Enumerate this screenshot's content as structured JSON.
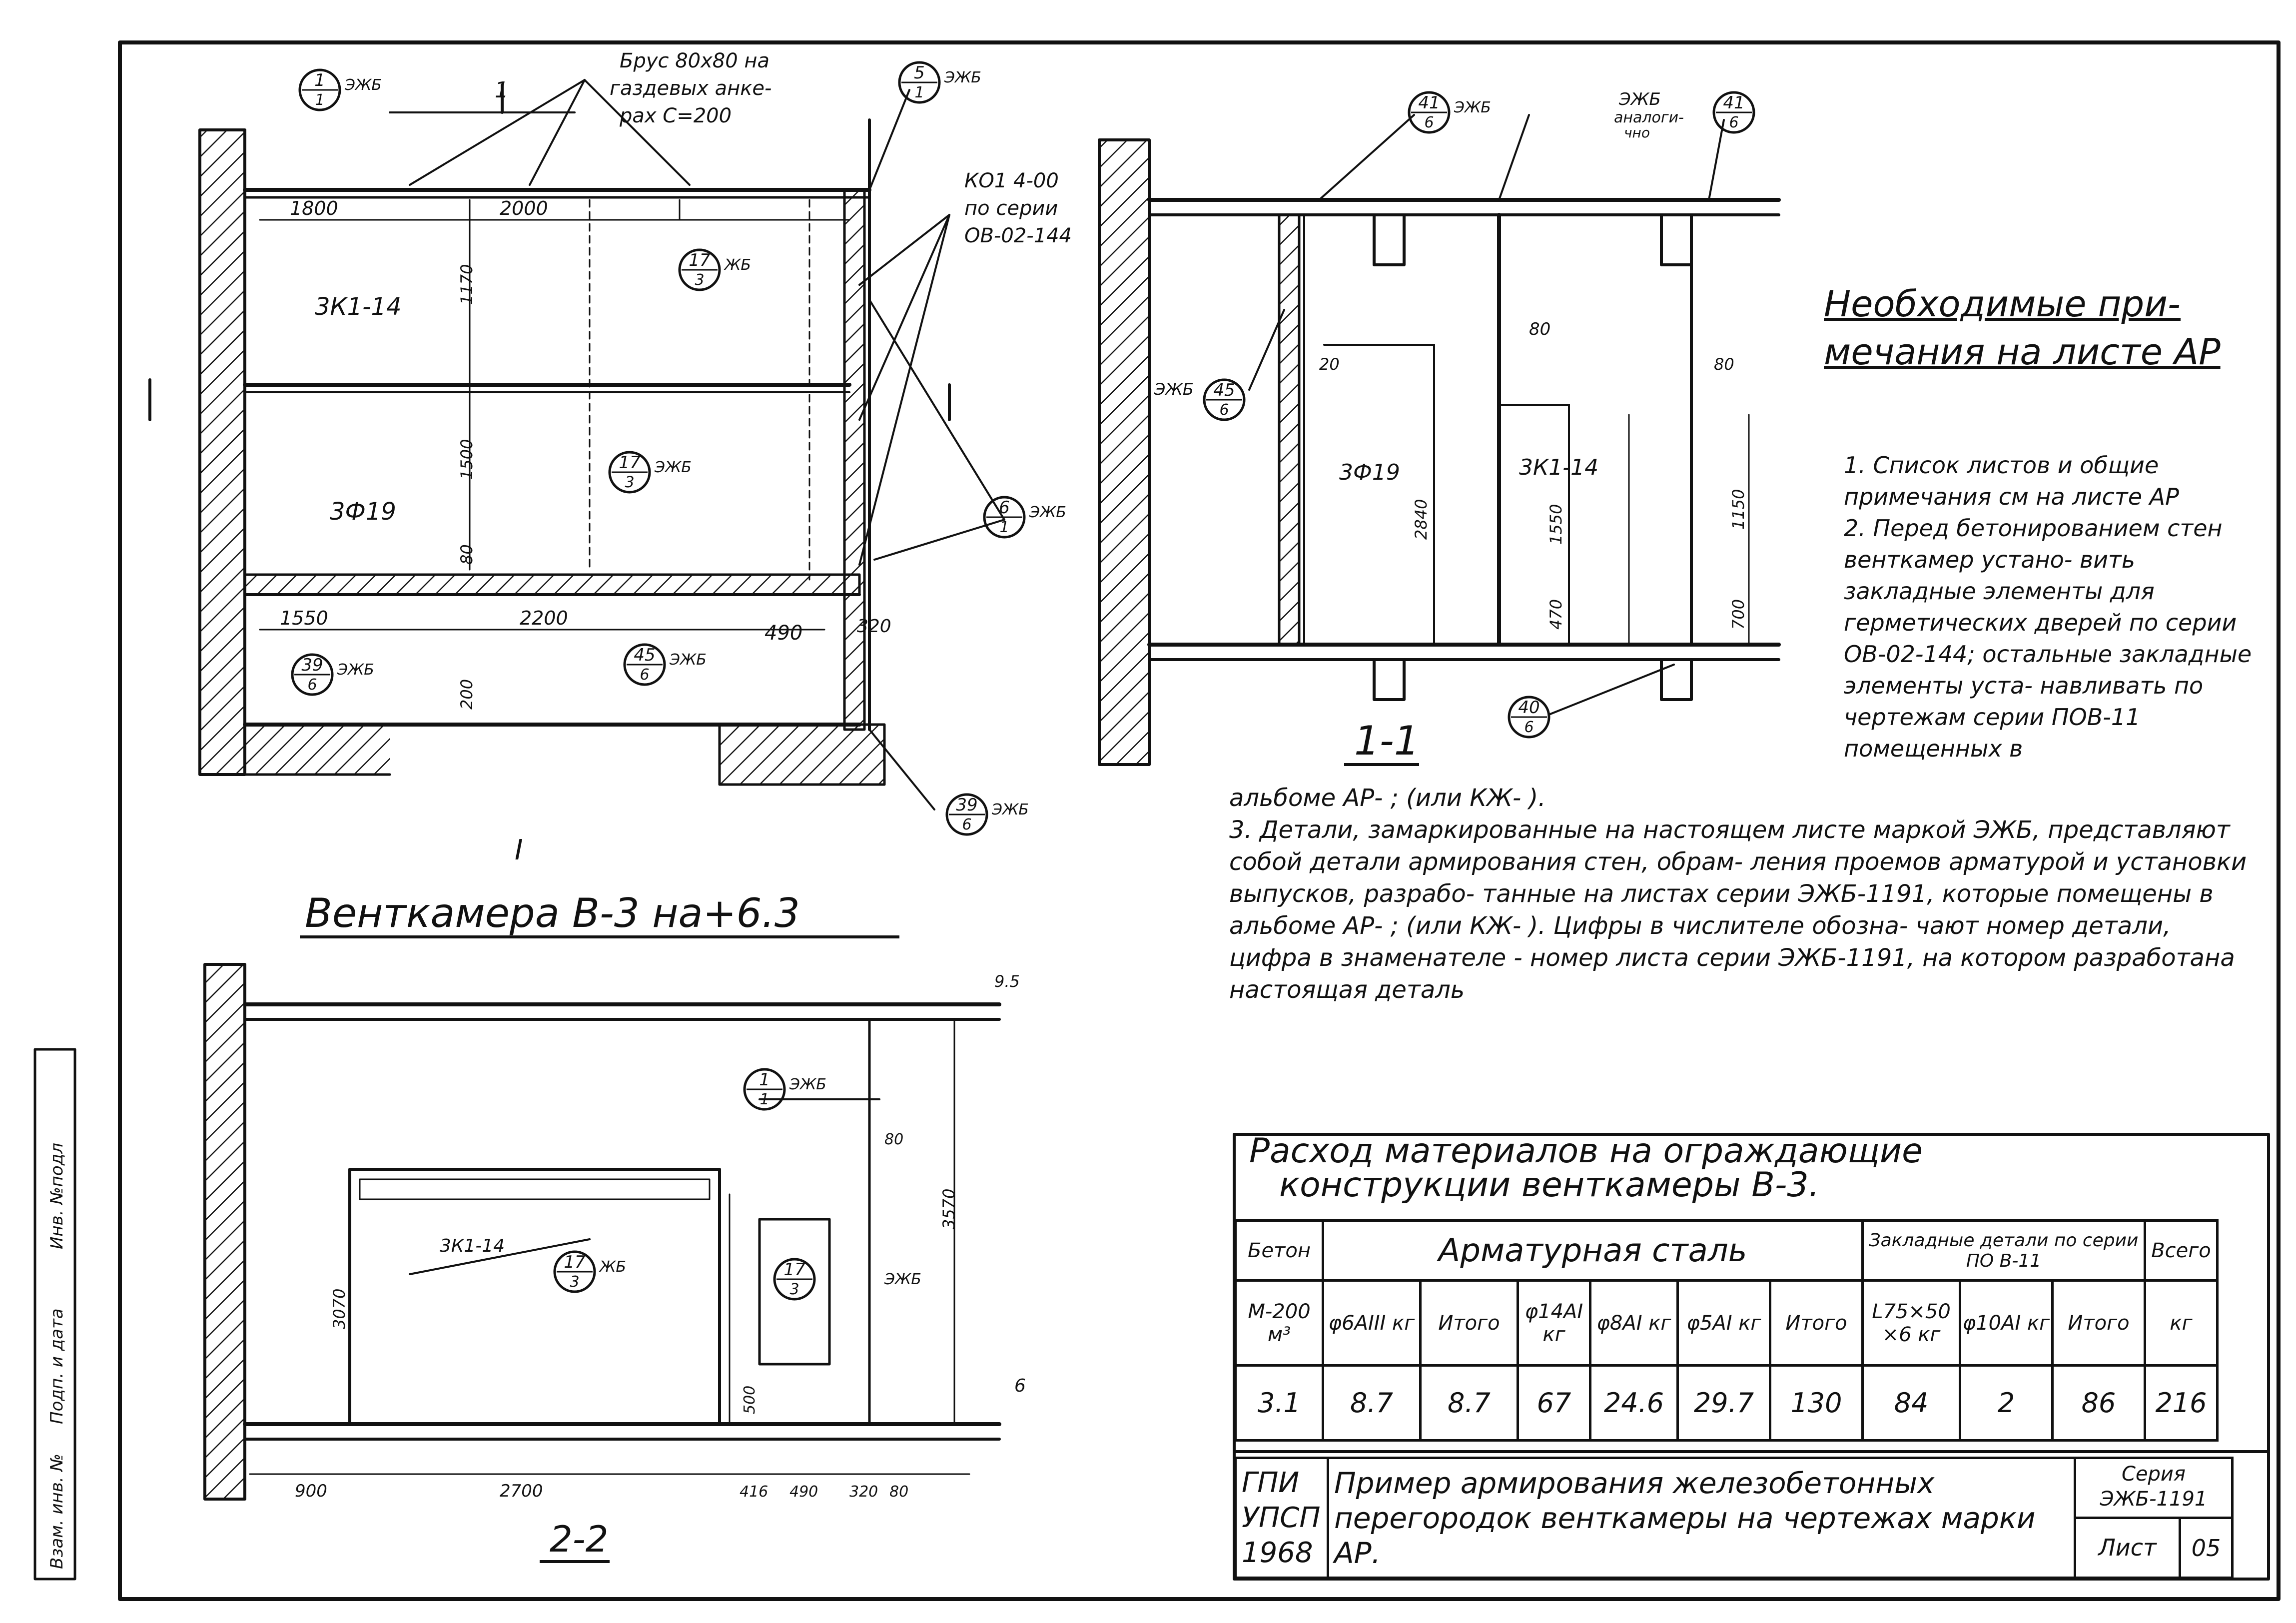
{
  "sheet": {
    "plan_title": "Венткамера В-3 на+6.3",
    "plan_caption": "I",
    "section_1_caption": "1-1",
    "section_2_caption": "2-2"
  },
  "plan_labels": {
    "brus": [
      "Брус 80х80 на",
      "газдевых анке-",
      "рах С=200"
    ],
    "ko": [
      "КО1 4-00",
      "по серии",
      "ОВ-02-144"
    ],
    "callouts": [
      {
        "top": "1",
        "bot": "1",
        "suffix": "ЭЖБ"
      },
      {
        "top": "5",
        "bot": "1",
        "suffix": "ЭЖБ"
      },
      {
        "top": "17",
        "bot": "3",
        "suffix": "ЖБ"
      },
      {
        "top": "17",
        "bot": "3",
        "suffix": "ЭЖБ"
      },
      {
        "top": "45",
        "bot": "6",
        "suffix": "ЭЖБ"
      },
      {
        "top": "39",
        "bot": "6",
        "suffix": "ЭЖБ"
      },
      {
        "top": "6",
        "bot": "1",
        "suffix": "ЭЖБ"
      },
      {
        "top": "39",
        "bot": "6",
        "suffix": "ЭЖБ"
      }
    ],
    "dims": [
      "1800",
      "2000",
      "1550",
      "2200",
      "490",
      "1500",
      "80",
      "1170",
      "200",
      "320",
      "3К1-14",
      "3Ф19",
      "1"
    ]
  },
  "section1_labels": {
    "callouts": [
      {
        "top": "41",
        "bot": "6",
        "suffix": "ЭЖБ"
      },
      {
        "top": "41",
        "bot": "6",
        "suffix": "ЭЖБ"
      },
      {
        "top": "45",
        "bot": "6",
        "suffix": ""
      },
      {
        "top": "40",
        "bot": "6",
        "suffix": ""
      }
    ],
    "analog": [
      "ЭЖБ",
      "аналоги-",
      "чно"
    ],
    "dims": [
      "80",
      "20",
      "3Ф19",
      "3К1-14",
      "2840",
      "1550",
      "1150",
      "80",
      "470",
      "700",
      "ЭЖБ"
    ]
  },
  "section2_labels": {
    "callouts": [
      {
        "top": "1",
        "bot": "1",
        "suffix": "ЭЖБ"
      },
      {
        "top": "17",
        "bot": "3",
        "suffix": "ЖБ"
      },
      {
        "top": "17",
        "bot": "3",
        "suffix": ""
      }
    ],
    "dims": [
      "900",
      "2700",
      "416",
      "490",
      "320",
      "80",
      "3070",
      "3570",
      "500",
      "80",
      "3К1-14",
      "ЭЖБ",
      "9.5",
      "6"
    ]
  },
  "notes": {
    "title": [
      "Необходимые при-",
      "мечания на листе АР"
    ],
    "items": [
      "1. Список листов и общие примечания см на листе АР",
      "2. Перед бетонированием стен венткамер устано- вить закладные элементы для герметических дверей по серии ОВ-02-144; остальные закладные элементы уста- навливать по чертежам серии ПОВ-11 помещенных в"
    ],
    "continuation": "альбоме АР- ; (или КЖ- ).",
    "item3": "3. Детали, замаркированные на настоящем листе маркой ЭЖБ, представляют собой детали армирования стен, обрам- ления проемов арматурой и установки выпусков, разрабо- танные на листах серии ЭЖБ-1191, которые помещены в альбоме АР- ; (или КЖ- ). Цифры в числителе обозна- чают номер детали, цифра в знаменателе - номер листа серии ЭЖБ-1191, на котором разработана настоящая деталь"
  },
  "table": {
    "title": [
      "Расход материалов на ограждающие",
      "конструкции венткамеры В-3."
    ],
    "headers": {
      "beton": "Бетон",
      "armatura": "Арматурная сталь",
      "zakladnye": "Закладные детали по серии ПО В-11",
      "vsego": "Всего"
    },
    "subheaders": [
      "М-200 м³",
      "φ6АIII кг",
      "Итого",
      "φ14АI кг",
      "φ8АI кг",
      "φ5АI кг",
      "Итого",
      "L75×50 ×6 кг",
      "φ10АI кг",
      "Итого",
      "кг"
    ],
    "values": [
      "3.1",
      "8.7",
      "8.7",
      "67",
      "24.6",
      "29.7",
      "130",
      "84",
      "2",
      "86",
      "216"
    ]
  },
  "stamp": {
    "org": [
      "ГПИ",
      "УПСП",
      "1968"
    ],
    "title": "Пример армирования железобетонных перегородок венткамеры на чертежах марки АР.",
    "series_label": "Серия",
    "series_value": "ЭЖБ-1191",
    "sheet_label": "Лист",
    "sheet_value": "05"
  },
  "margin_stamp": [
    "Инв. №подл",
    "Подп. и дата",
    "Взам. инв. №"
  ]
}
